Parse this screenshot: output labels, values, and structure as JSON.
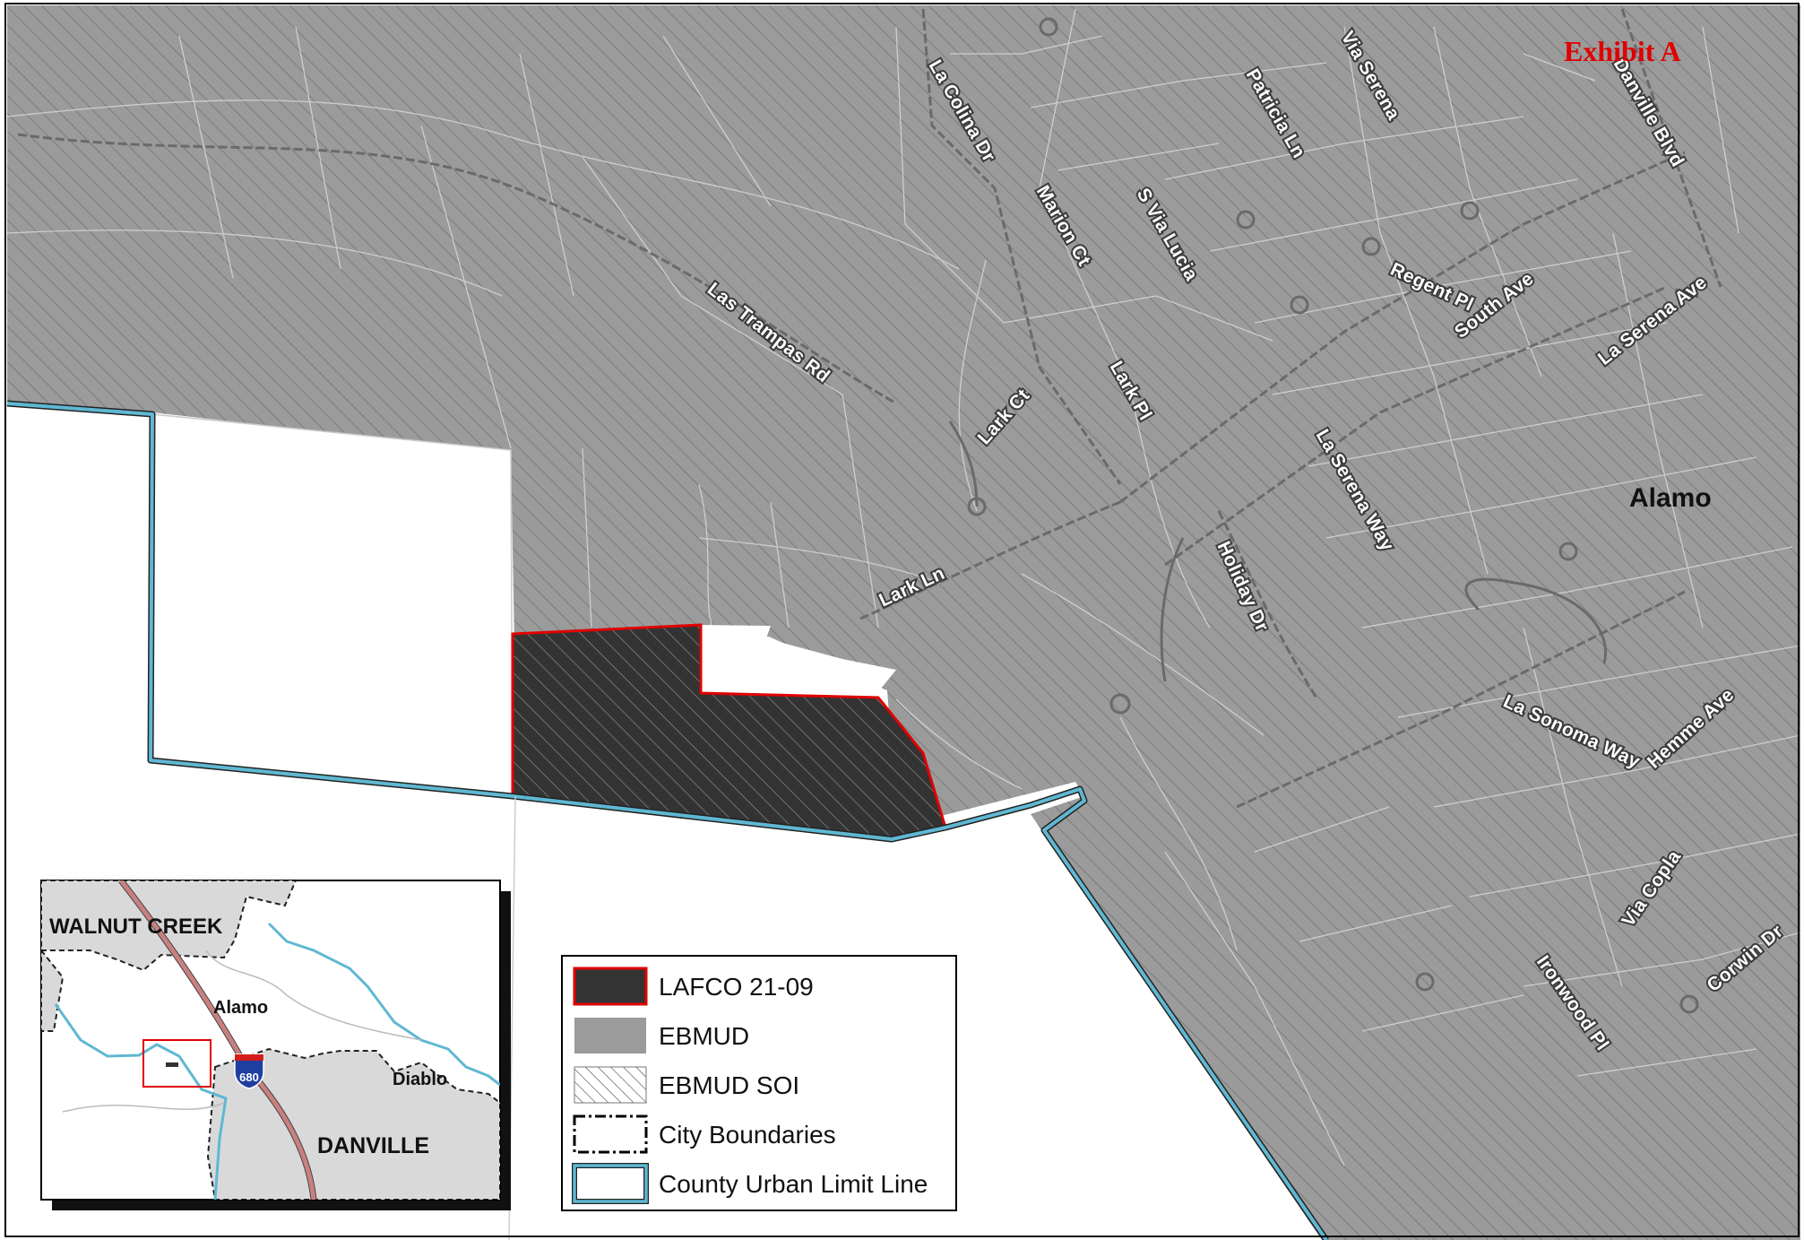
{
  "exhibit_title": "Exhibit A",
  "places": {
    "alamo": "Alamo"
  },
  "roads": [
    {
      "id": "danville-blvd",
      "label": "Danville Blvd"
    },
    {
      "id": "via-serena",
      "label": "Via Serena"
    },
    {
      "id": "patricia-ln",
      "label": "Patricia Ln"
    },
    {
      "id": "la-colina-dr",
      "label": "La Colina Dr"
    },
    {
      "id": "marion-ct",
      "label": "Marion Ct"
    },
    {
      "id": "s-via-lucia",
      "label": "S Via Lucia"
    },
    {
      "id": "regent-pl",
      "label": "Regent Pl"
    },
    {
      "id": "south-ave",
      "label": "South Ave"
    },
    {
      "id": "la-serena-ave",
      "label": "La Serena Ave"
    },
    {
      "id": "las-trampas-rd",
      "label": "Las Trampas Rd"
    },
    {
      "id": "lark-ct",
      "label": "Lark Ct"
    },
    {
      "id": "lark-pl",
      "label": "Lark Pl"
    },
    {
      "id": "la-serena-way",
      "label": "La Serena Way"
    },
    {
      "id": "holiday-dr",
      "label": "Holiday Dr"
    },
    {
      "id": "lark-ln",
      "label": "Lark Ln"
    },
    {
      "id": "la-sonoma-way",
      "label": "La Sonoma Way"
    },
    {
      "id": "hemme-ave",
      "label": "Hemme Ave"
    },
    {
      "id": "via-copla",
      "label": "Via Copla"
    },
    {
      "id": "ironwood-pl",
      "label": "Ironwood Pl"
    },
    {
      "id": "corwin-dr",
      "label": "Corwin Dr"
    }
  ],
  "inset": {
    "walnut_creek": "WALNUT CREEK",
    "alamo": "Alamo",
    "diablo": "Diablo",
    "danville": "DANVILLE",
    "interstate": "680"
  },
  "legend": {
    "items": [
      {
        "id": "lafco",
        "label": "LAFCO 21-09"
      },
      {
        "id": "ebmud",
        "label": "EBMUD"
      },
      {
        "id": "ebmud-soi",
        "label": "EBMUD SOI"
      },
      {
        "id": "city-boundaries",
        "label": "City Boundaries"
      },
      {
        "id": "urban-limit",
        "label": "County Urban Limit Line"
      }
    ]
  },
  "colors": {
    "ebmud": "#9b9b9b",
    "lafco": "#333333",
    "lafco_outline": "#e00000",
    "urban_limit": "#5fb8d3",
    "inset_city": "#d9d9d9",
    "freeway": "#c98080"
  }
}
